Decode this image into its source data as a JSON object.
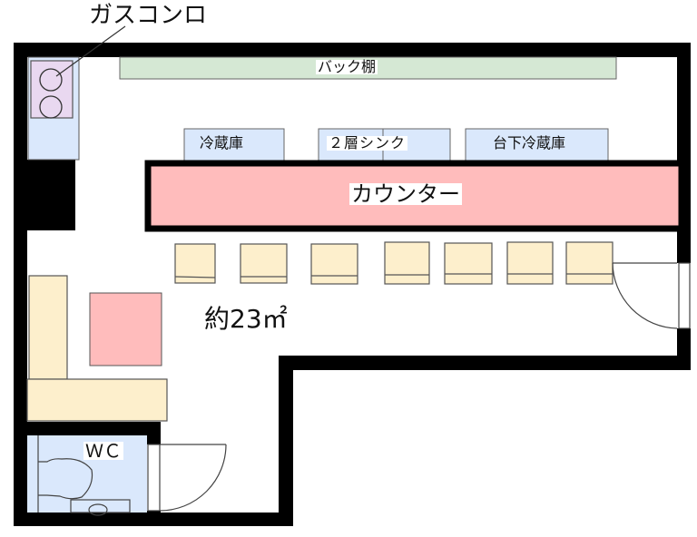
{
  "title": "ガスコンロ",
  "labels": {
    "gas_stove": "ガスコンロ",
    "back_shelf": "バック棚",
    "refrigerator": "冷蔵庫",
    "sink": "２層シンク",
    "under_counter_fridge": "台下冷蔵庫",
    "counter": "カウンター",
    "area": "約23㎡",
    "wc": "ＷＣ"
  },
  "colors": {
    "wall": "#000000",
    "back_shelf": "#d5e8d4",
    "appliance": "#dae8fc",
    "stove_top": "#e9d8f0",
    "counter": "#ffbcbc",
    "seat": "#fdefcc",
    "table": "#ffbcbc",
    "wc_floor": "#dae8fc"
  },
  "seats": {
    "count": 7
  }
}
